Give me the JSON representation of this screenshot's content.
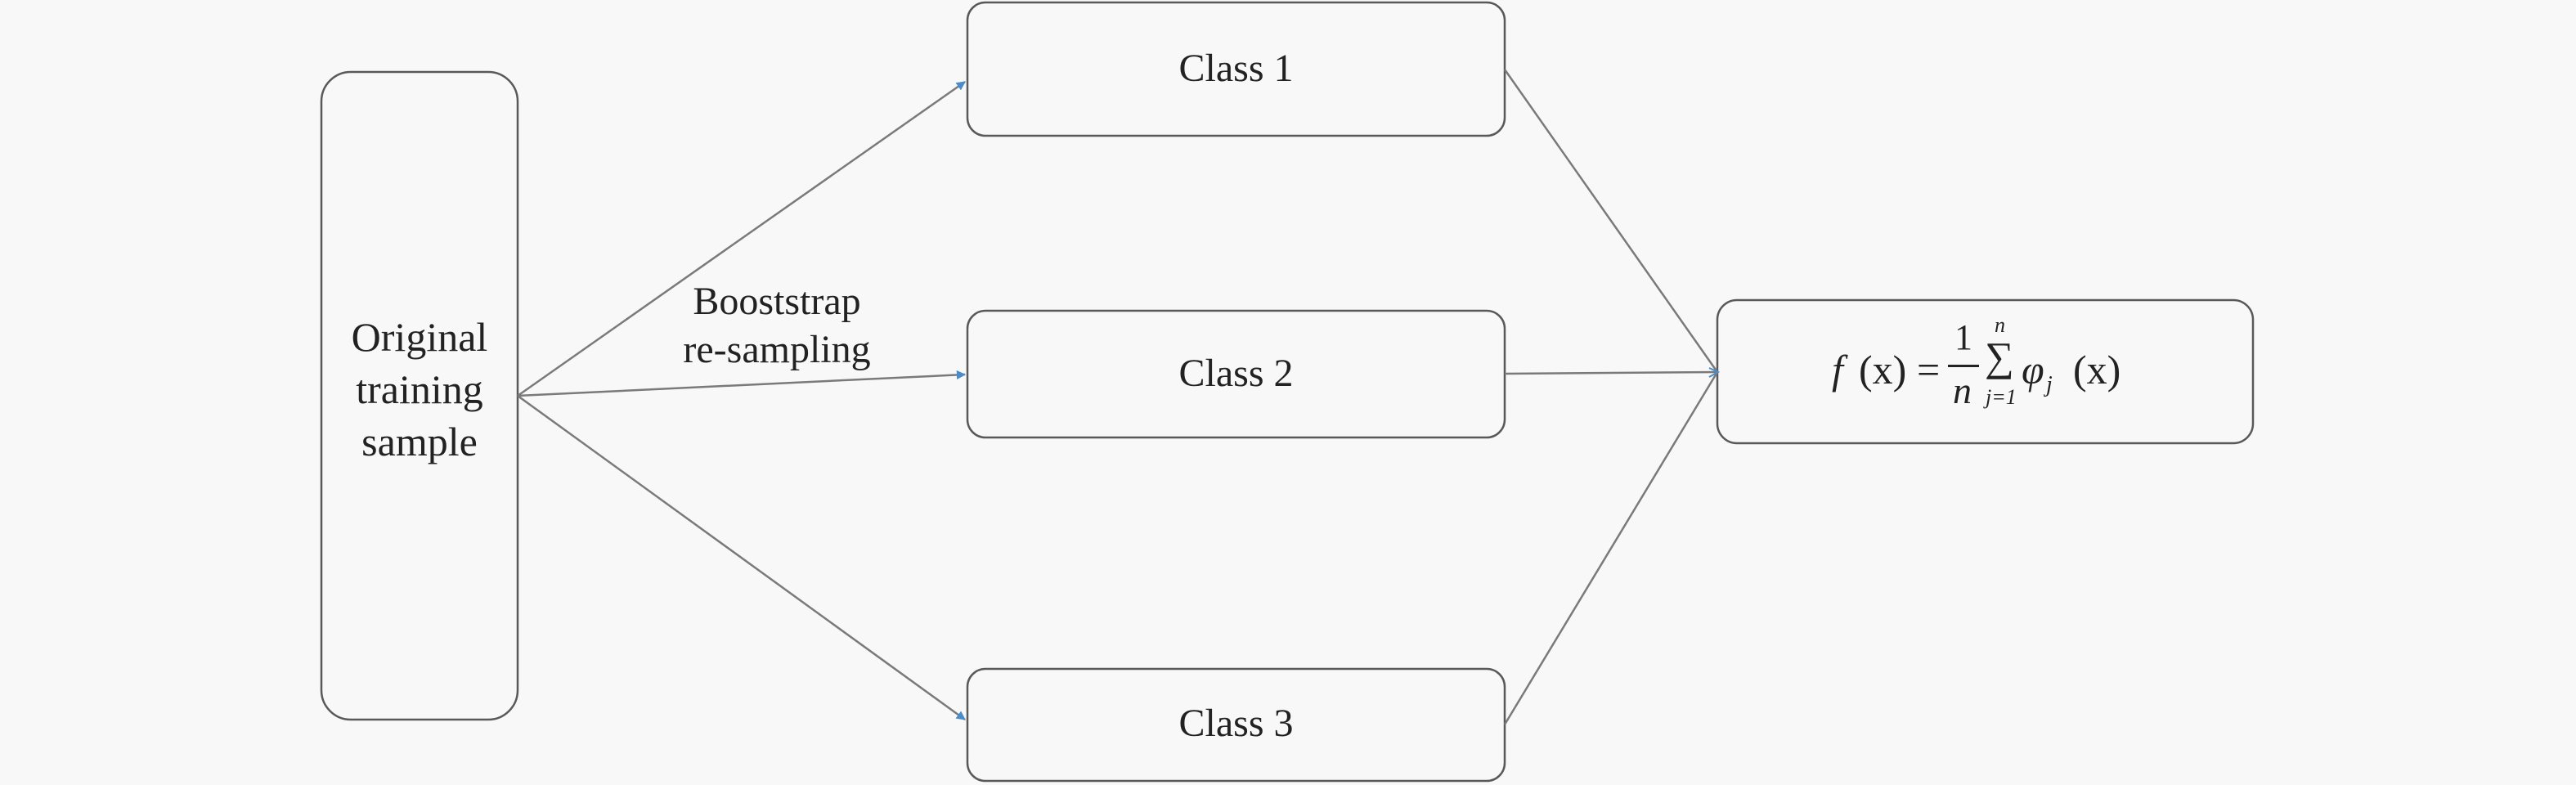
{
  "diagram": {
    "source_box": {
      "label_lines": [
        "Original",
        "training",
        "sample"
      ]
    },
    "edge_label_lines": [
      "Booststrap",
      "re-sampling"
    ],
    "class_boxes": [
      {
        "label": "Class 1"
      },
      {
        "label": "Class 2"
      },
      {
        "label": "Class 3"
      }
    ],
    "aggregate_box": {
      "formula": {
        "lhs_func": "f",
        "lhs_arg": "(x)",
        "equals": "=",
        "numerator": "1",
        "denominator": "n",
        "sum_symbol": "∑",
        "sum_upper": "n",
        "sum_lower": "j=1",
        "term_func": "φ",
        "term_sub": "j",
        "term_arg": "(x)"
      }
    },
    "colors": {
      "background": "#f8f8f8",
      "box_border": "#595959",
      "arrow_line": "#7a7a7a",
      "arrow_head": "#4a8cc9",
      "text": "#222222"
    }
  }
}
